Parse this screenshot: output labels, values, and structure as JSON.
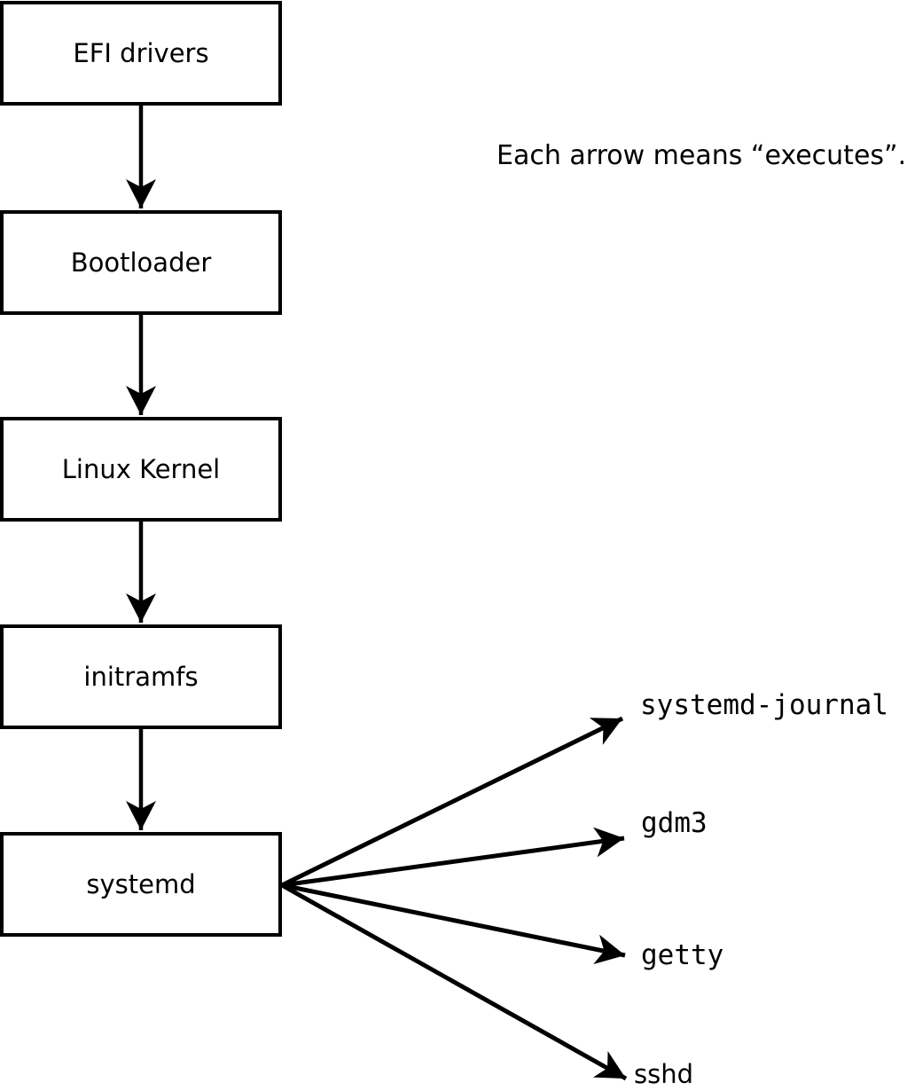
{
  "diagram": {
    "note": "Each arrow means “executes”.",
    "boot_chain": [
      {
        "label": "EFI drivers"
      },
      {
        "label": "Bootloader"
      },
      {
        "label": "Linux Kernel"
      },
      {
        "label": "initramfs"
      },
      {
        "label": "systemd"
      }
    ],
    "spawned_services": [
      {
        "label": "systemd-journal"
      },
      {
        "label": "gdm3"
      },
      {
        "label": "getty"
      },
      {
        "label": "sshd"
      }
    ],
    "colors": {
      "stroke": "#000000",
      "box_fill": "#ffffff",
      "background": "#ffffff",
      "text": "#000000"
    }
  }
}
